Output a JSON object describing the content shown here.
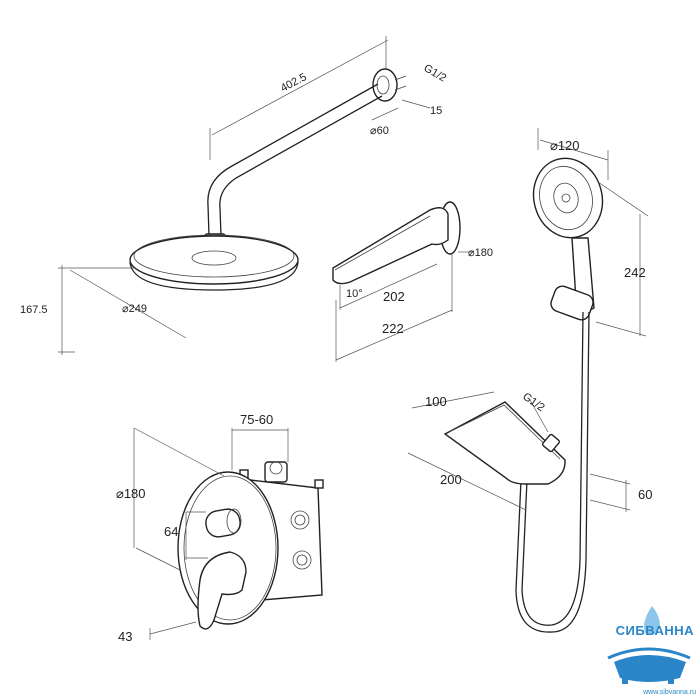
{
  "dimensions": {
    "arm_length": "402.5",
    "arm_thread": "G1/2",
    "arm_flange_depth": "15",
    "arm_flange_diameter": "⌀60",
    "overhead_diameter": "⌀249",
    "overhead_height": "167.5",
    "spout_flange": "⌀180",
    "spout_angle": "10°",
    "spout_length_a": "202",
    "spout_length_b": "222",
    "hand_diameter": "⌀120",
    "hand_height": "242",
    "shelf_depth": "100",
    "shelf_thread": "G1/2",
    "shelf_width": "200",
    "shelf_height": "60",
    "mixer_depth": "75-60",
    "mixer_diameter": "⌀180",
    "mixer_offset": "64",
    "mixer_lever": "43"
  },
  "watermark": {
    "brand": "СИБВАННА",
    "url": "www.sibvanna.ru"
  },
  "colors": {
    "line": "#222222",
    "watermark": "#2a86c8"
  }
}
